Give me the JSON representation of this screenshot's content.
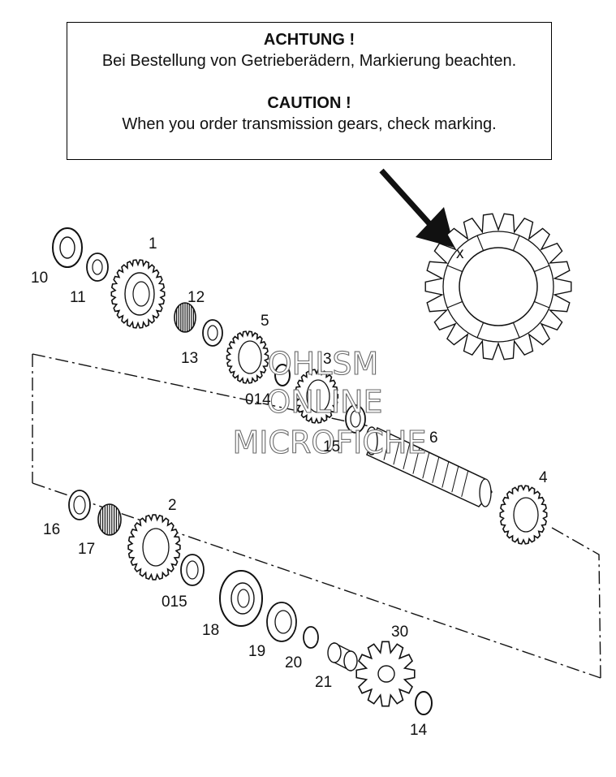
{
  "notice": {
    "de_heading": "ACHTUNG !",
    "de_text": "Bei Bestellung von Getrieberädern, Markierung beachten.",
    "en_heading": "CAUTION !",
    "en_text": "When you order transmission gears, check marking."
  },
  "marking_symbol": "x",
  "watermark": [
    "OHLSM",
    "ONLINE",
    "MICROFICHE"
  ],
  "part_labels": {
    "p1": "1",
    "p2": "2",
    "p3": "3",
    "p4": "4",
    "p5": "5",
    "p6": "6",
    "p10": "10",
    "p11": "11",
    "p12": "12",
    "p13": "13",
    "p14": "14",
    "p15": "15",
    "p16": "16",
    "p17": "17",
    "p18": "18",
    "p19": "19",
    "p20": "20",
    "p21": "21",
    "p30": "30",
    "p014": "014",
    "p015": "015"
  },
  "colors": {
    "line": "#111111",
    "paper": "#ffffff"
  }
}
